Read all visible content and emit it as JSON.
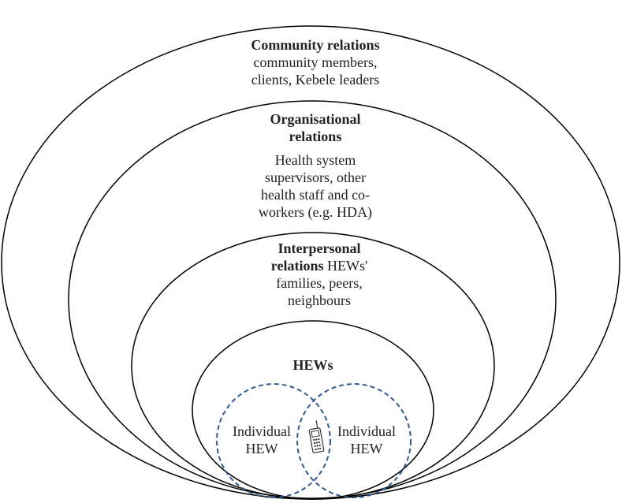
{
  "diagram": {
    "community": {
      "title": "Community relations",
      "line1": "community members,",
      "line2": "clients, Kebele leaders"
    },
    "organisational": {
      "title_line1": "Organisational",
      "title_line2": "relations",
      "line1": "Health system",
      "line2": "supervisors, other",
      "line3": "health staff and co-",
      "line4": "workers (e.g. HDA)"
    },
    "interpersonal": {
      "title_line1": "Interpersonal",
      "title_line2_bold": "relations",
      "title_line2_rest": " HEWs'",
      "line2": "families, peers,",
      "line3": "neighbours"
    },
    "hews": {
      "title": "HEWs"
    },
    "individual_left": {
      "line1": "Individual",
      "line2": "HEW"
    },
    "individual_right": {
      "line1": "Individual",
      "line2": "HEW"
    },
    "center_icon": "mobile-phone-icon",
    "colors": {
      "outline": "#000000",
      "dashed_circle": "#2e5a8c",
      "text": "#222222"
    }
  }
}
